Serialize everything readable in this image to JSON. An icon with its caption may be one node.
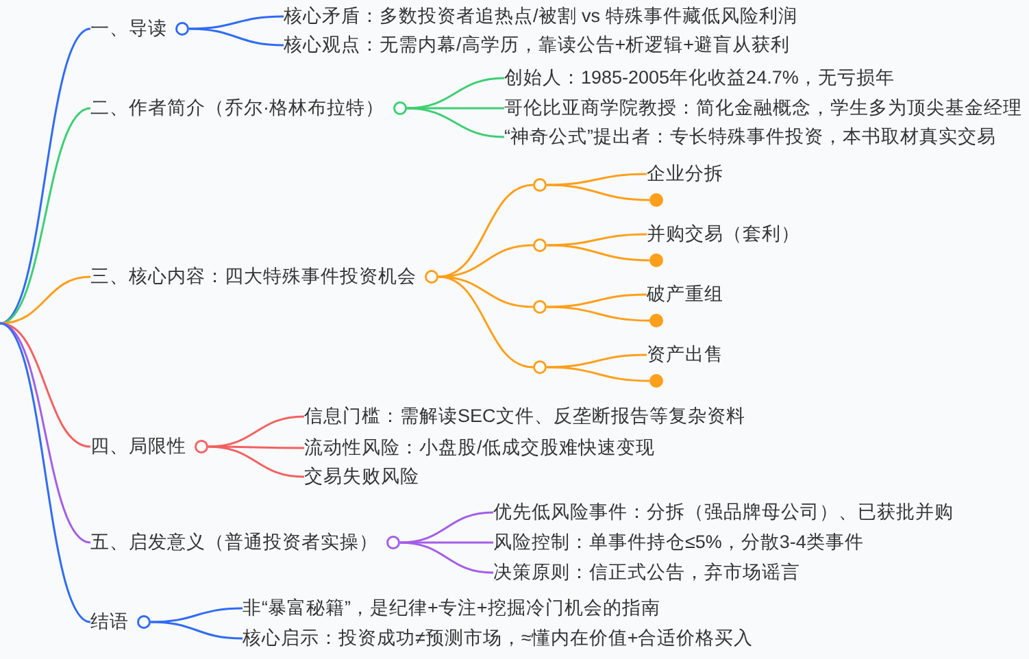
{
  "diagram": {
    "nodes": [
      {
        "text": [
          "一、导读"
        ]
      },
      {
        "text": [
          "核心矛盾：多数投资者追热点/被割 vs 特殊事件藏低风险利润"
        ]
      },
      {
        "text": [
          "核心观点：无需内幕/高学历，靠读公告+析逻辑+避盲从获利"
        ]
      },
      {
        "text": [
          "二、作者简介（乔尔·格林布拉特）"
        ]
      },
      {
        "text": [
          "创始人：1985-2005年化收益24.7%，无亏损年"
        ]
      },
      {
        "text": [
          "哥伦比亚商学院教授：简化金融概念，学生多为顶尖基金经理"
        ]
      },
      {
        "text": [
          "“神奇公式”提出者：专长特殊事件投资，本书取材真实交易"
        ]
      },
      {
        "text": [
          "三、核心内容：四大特殊事件投资机会"
        ]
      },
      {
        "text": [],
        "shape": "circle"
      },
      {
        "text": [
          "企业分拆"
        ]
      },
      {
        "text": [],
        "shape": "circle"
      },
      {
        "text": [],
        "shape": "circle"
      },
      {
        "text": [
          "并购交易（套利）"
        ]
      },
      {
        "text": [],
        "shape": "circle"
      },
      {
        "text": [],
        "shape": "circle"
      },
      {
        "text": [
          "破产重组"
        ]
      },
      {
        "text": [],
        "shape": "circle"
      },
      {
        "text": [],
        "shape": "circle"
      },
      {
        "text": [
          "资产出售"
        ]
      },
      {
        "text": [],
        "shape": "circle"
      },
      {
        "text": [
          "四、局限性"
        ]
      },
      {
        "text": [
          "信息门槛：需解读SEC文件、反垄断报告等复杂资料"
        ]
      },
      {
        "text": [
          "流动性风险：小盘股/低成交股难快速变现"
        ]
      },
      {
        "text": [
          "交易失败风险"
        ]
      },
      {
        "text": [
          "五、启发意义（普通投资者实操）"
        ]
      },
      {
        "text": [
          "优先低风险事件：分拆（强品牌母公司）、已获批并购"
        ]
      },
      {
        "text": [
          "风险控制：单事件持仓≤5%，分散3-4类事件"
        ]
      },
      {
        "text": [
          "决策原则：信正式公告，弃市场谣言"
        ]
      },
      {
        "text": [
          "结语"
        ]
      },
      {
        "text": [
          "非“暴富秘籍”，是纪律+专注+挖掘冷门机会的指南"
        ]
      },
      {
        "text": [
          "核心启示：投资成功≠预测市场，≈懂内在价值+合适价格买入"
        ]
      }
    ],
    "edges": [
      {
        "from": null,
        "to": 0,
        "arrow": "none",
        "color": "#2f6bf5"
      },
      {
        "from": 0,
        "to": 1,
        "arrow": "none",
        "color": "#2f6bf5"
      },
      {
        "from": 0,
        "to": 2,
        "arrow": "none",
        "color": "#2f6bf5"
      },
      {
        "from": null,
        "to": 3,
        "arrow": "none",
        "color": "#3ccf73"
      },
      {
        "from": 3,
        "to": 4,
        "arrow": "none",
        "color": "#3ccf73"
      },
      {
        "from": 3,
        "to": 5,
        "arrow": "none",
        "color": "#3ccf73"
      },
      {
        "from": 3,
        "to": 6,
        "arrow": "none",
        "color": "#3ccf73"
      },
      {
        "from": null,
        "to": 7,
        "arrow": "none"
      },
      {
        "from": 7,
        "to": 8,
        "arrow": "none"
      },
      {
        "from": 8,
        "to": 9,
        "arrow": "none"
      },
      {
        "from": 8,
        "to": 10,
        "arrow": "none"
      },
      {
        "from": 7,
        "to": 11,
        "arrow": "none"
      },
      {
        "from": 11,
        "to": 12,
        "arrow": "none"
      },
      {
        "from": 11,
        "to": 13,
        "arrow": "none"
      },
      {
        "from": 7,
        "to": 14,
        "arrow": "none"
      },
      {
        "from": 14,
        "to": 15,
        "arrow": "none"
      },
      {
        "from": 14,
        "to": 16,
        "arrow": "none"
      },
      {
        "from": 7,
        "to": 17,
        "arrow": "none"
      },
      {
        "from": 17,
        "to": 18,
        "arrow": "none"
      },
      {
        "from": 17,
        "to": 19,
        "arrow": "none"
      },
      {
        "from": null,
        "to": 20,
        "arrow": "none",
        "color": "#f46060"
      },
      {
        "from": 20,
        "to": 21,
        "arrow": "none",
        "color": "#f46060"
      },
      {
        "from": 20,
        "to": 22,
        "arrow": "none",
        "color": "#f46060"
      },
      {
        "from": 20,
        "to": 23,
        "arrow": "none",
        "color": "#f46060"
      },
      {
        "from": null,
        "to": 24,
        "arrow": "none",
        "color": "#a45de8"
      },
      {
        "from": 24,
        "to": 25,
        "arrow": "none",
        "color": "#a45de8"
      },
      {
        "from": 24,
        "to": 26,
        "arrow": "none",
        "color": "#a45de8"
      },
      {
        "from": 24,
        "to": 27,
        "arrow": "none",
        "color": "#a45de8"
      },
      {
        "from": null,
        "to": 28,
        "arrow": "none",
        "color": "#2f6bf5"
      },
      {
        "from": 28,
        "to": 29,
        "arrow": "none",
        "color": "#2f6bf5"
      },
      {
        "from": 28,
        "to": 30,
        "arrow": "none",
        "color": "#2f6bf5"
      }
    ]
  }
}
